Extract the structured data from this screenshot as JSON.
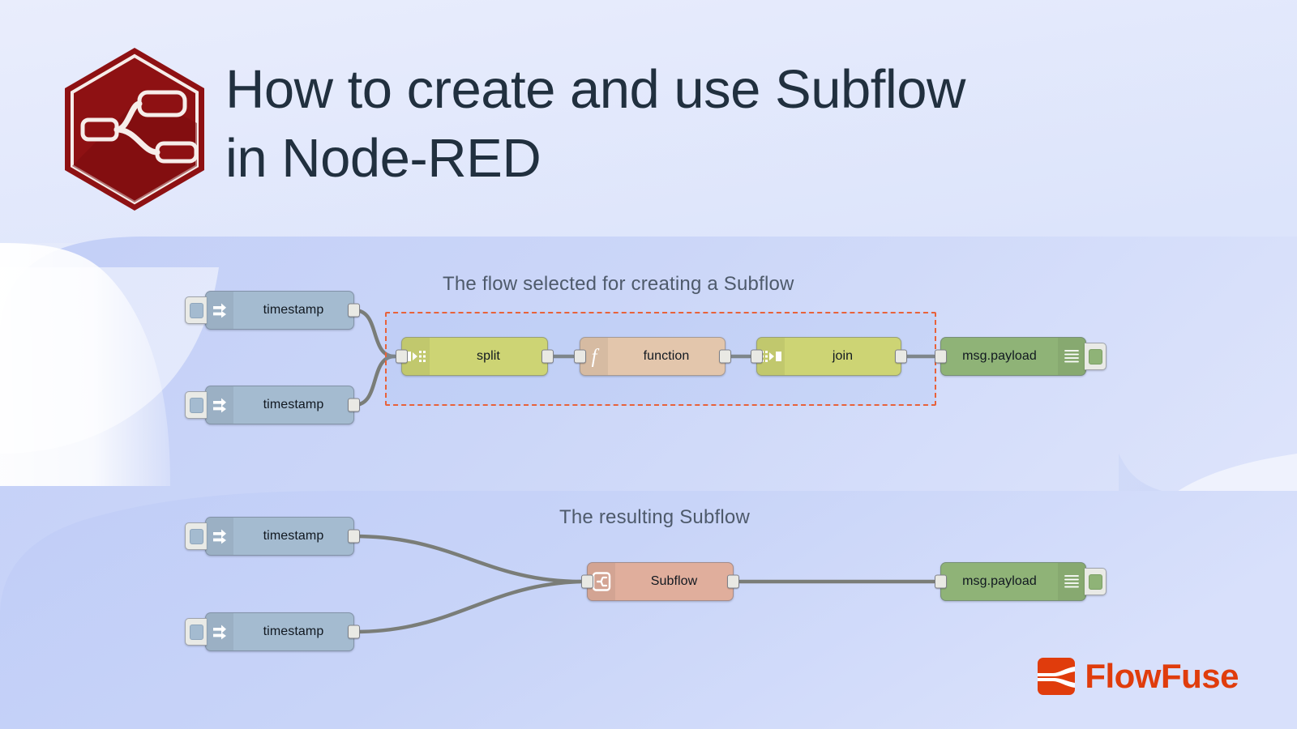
{
  "header": {
    "title": "How to create and use Subflow\nin Node-RED",
    "logo_icon": "node-red-hexagon-logo",
    "logo_color": "#8E1113"
  },
  "colors": {
    "accent_orange": "#E03C0C",
    "selection_border": "#E8623A",
    "title_text": "#21303F",
    "label_text": "#4E5A6B",
    "inject_node": "#A4BBD0",
    "split_node": "#CDD474",
    "function_node": "#E3C6AC",
    "join_node": "#CDD474",
    "debug_node": "#8FB377",
    "subflow_node": "#E0AE9C",
    "wire": "#7A7D78"
  },
  "diagrams": [
    {
      "id": "flow-before",
      "caption": "The flow selected for creating a Subflow",
      "nodes": [
        {
          "id": "inject-1",
          "label": "timestamp",
          "type": "inject",
          "icon": "inject-arrow-icon"
        },
        {
          "id": "inject-2",
          "label": "timestamp",
          "type": "inject",
          "icon": "inject-arrow-icon"
        },
        {
          "id": "split-1",
          "label": "split",
          "type": "split",
          "icon": "split-icon"
        },
        {
          "id": "function-1",
          "label": "function",
          "type": "function",
          "icon": "function-f-icon"
        },
        {
          "id": "join-1",
          "label": "join",
          "type": "join",
          "icon": "join-icon"
        },
        {
          "id": "debug-1",
          "label": "msg.payload",
          "type": "debug",
          "icon": "debug-lines-icon"
        }
      ]
    },
    {
      "id": "flow-after",
      "caption": "The resulting Subflow",
      "nodes": [
        {
          "id": "inject-3",
          "label": "timestamp",
          "type": "inject",
          "icon": "inject-arrow-icon"
        },
        {
          "id": "inject-4",
          "label": "timestamp",
          "type": "inject",
          "icon": "inject-arrow-icon"
        },
        {
          "id": "subflow-1",
          "label": "Subflow",
          "type": "subflow",
          "icon": "subflow-icon"
        },
        {
          "id": "debug-2",
          "label": "msg.payload",
          "type": "debug",
          "icon": "debug-lines-icon"
        }
      ]
    }
  ],
  "brand": {
    "name": "FlowFuse",
    "icon": "flowfuse-mark-icon",
    "color": "#E03C0C"
  }
}
